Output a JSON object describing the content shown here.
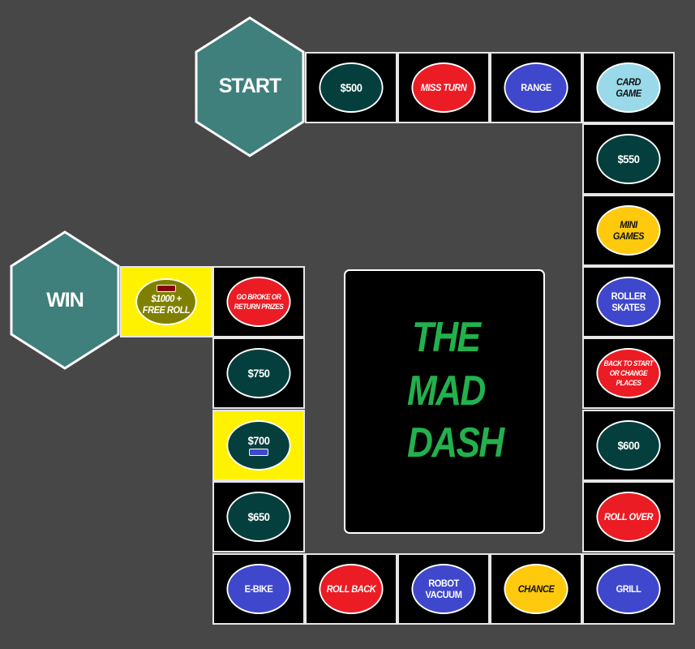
{
  "board": {
    "background_color": "#474747",
    "title_lines": [
      "THE",
      "MAD",
      "DASH"
    ],
    "title_color": "#22b14c",
    "start": {
      "label": "START",
      "color": "#3f7f7c"
    },
    "win": {
      "label": "WIN",
      "color": "#3f7f7c"
    }
  },
  "colors": {
    "money": "#043f3d",
    "red": "#ec1c24",
    "blue": "#3f48cc",
    "light_blue": "#99d9ea",
    "yellow": "#ffc90e",
    "olive": "#808000",
    "highlight": "#fff200",
    "token_red": "#880015",
    "token_blue": "#3f48cc"
  },
  "tiles": [
    {
      "id": "t1",
      "label": "$500",
      "type": "money"
    },
    {
      "id": "t2",
      "label": "MISS TURN",
      "type": "red"
    },
    {
      "id": "t3",
      "label": "RANGE",
      "type": "blue"
    },
    {
      "id": "t4",
      "label": "CARD\nGAME",
      "type": "light_blue"
    },
    {
      "id": "t5",
      "label": "$550",
      "type": "money"
    },
    {
      "id": "t6",
      "label": "MINI\nGAMES",
      "type": "yellow"
    },
    {
      "id": "t7",
      "label": "ROLLER\nSKATES",
      "type": "blue"
    },
    {
      "id": "t8",
      "label": "BACK TO START\nOR CHANGE PLACES",
      "type": "red"
    },
    {
      "id": "t9",
      "label": "$600",
      "type": "money"
    },
    {
      "id": "t10",
      "label": "ROLL OVER",
      "type": "red"
    },
    {
      "id": "t11",
      "label": "GRILL",
      "type": "blue"
    },
    {
      "id": "t12",
      "label": "CHANCE",
      "type": "yellow"
    },
    {
      "id": "t13",
      "label": "ROBOT\nVACUUM",
      "type": "blue"
    },
    {
      "id": "t14",
      "label": "ROLL BACK",
      "type": "red"
    },
    {
      "id": "t15",
      "label": "E-BIKE",
      "type": "blue"
    },
    {
      "id": "t16",
      "label": "$650",
      "type": "money"
    },
    {
      "id": "t17",
      "label": "$700",
      "type": "money",
      "highlighted": true,
      "token": "blue"
    },
    {
      "id": "t18",
      "label": "$750",
      "type": "money"
    },
    {
      "id": "t19",
      "label": "GO BROKE OR\nRETURN PRIZES",
      "type": "red"
    },
    {
      "id": "t20",
      "label": "$1000 +\nFREE ROLL",
      "type": "olive",
      "highlighted": true,
      "token": "red"
    }
  ]
}
